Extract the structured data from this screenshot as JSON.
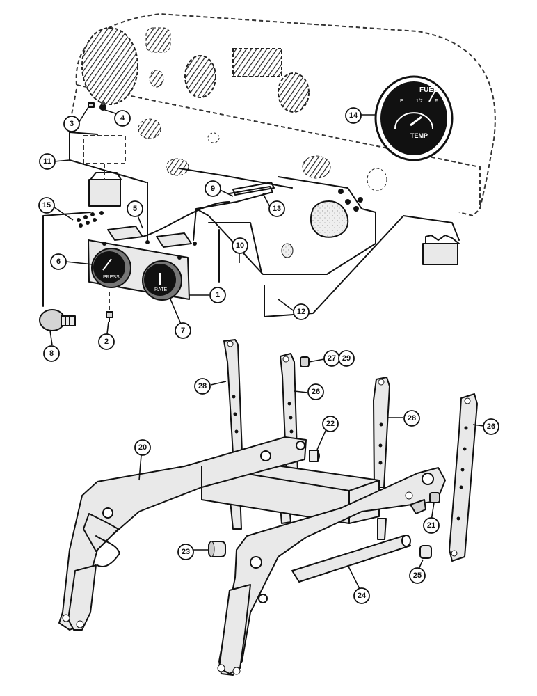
{
  "gauges": {
    "fuel_temp": {
      "top_label": "FUEL",
      "top_left": "E",
      "top_right": "F",
      "top_mid": "1/2",
      "bottom_label": "TEMP"
    },
    "pressure": {
      "label": "PRESS"
    },
    "rate": {
      "label": "RATE"
    }
  },
  "callouts": [
    {
      "label": "1"
    },
    {
      "label": "2"
    },
    {
      "label": "3"
    },
    {
      "label": "4"
    },
    {
      "label": "5"
    },
    {
      "label": "6"
    },
    {
      "label": "7"
    },
    {
      "label": "8"
    },
    {
      "label": "9"
    },
    {
      "label": "10"
    },
    {
      "label": "11"
    },
    {
      "label": "12"
    },
    {
      "label": "13"
    },
    {
      "label": "14"
    },
    {
      "label": "15"
    },
    {
      "label": "20"
    },
    {
      "label": "21"
    },
    {
      "label": "22"
    },
    {
      "label": "23"
    },
    {
      "label": "24"
    },
    {
      "label": "25"
    },
    {
      "label": "26"
    },
    {
      "label": "26"
    },
    {
      "label": "27"
    },
    {
      "label": "29"
    },
    {
      "label": "28"
    },
    {
      "label": "28"
    }
  ]
}
